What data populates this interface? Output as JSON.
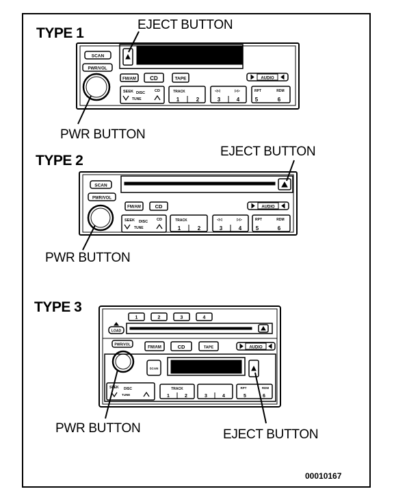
{
  "figure_id": "00010167",
  "colors": {
    "ink": "#000000",
    "panel": "#ffffff",
    "screen": "#000000"
  },
  "types": [
    {
      "title": "TYPE 1",
      "eject_label": "EJECT BUTTON",
      "pwr_label": "PWR BUTTON",
      "buttons": {
        "scan": "SCAN",
        "pwr_vol": "PWR/VOL",
        "fm_am": "FM/AM",
        "cd": "CD",
        "tape": "TAPE",
        "audio": "AUDIO",
        "preset_1": "1",
        "preset_2": "2",
        "preset_3": "3",
        "preset_4": "4",
        "preset_5": "5",
        "preset_6": "6",
        "seek": "SEEK",
        "track": "TRACK",
        "rpt": "RPT",
        "rdm": "RDM",
        "tune": "TUNE",
        "disc": "DISC",
        "fast_l": "◁◁",
        "fast_r": "▷▷",
        "cd_sm": "CD"
      }
    },
    {
      "title": "TYPE 2",
      "eject_label": "EJECT BUTTON",
      "pwr_label": "PWR BUTTON",
      "buttons": {
        "scan": "SCAN",
        "pwr_vol": "PWR/VOL",
        "fm_am": "FM/AM",
        "cd": "CD",
        "audio": "AUDIO",
        "preset_1": "1",
        "preset_2": "2",
        "preset_3": "3",
        "preset_4": "4",
        "preset_5": "5",
        "preset_6": "6",
        "seek": "SEEK",
        "track": "TRACK",
        "rpt": "RPT",
        "rdm": "RDM",
        "tune": "TUNE",
        "disc": "DISC",
        "fast_l": "◁◁",
        "fast_r": "▷▷",
        "cd_sm": "CD"
      }
    },
    {
      "title": "TYPE 3",
      "eject_label": "EJECT BUTTON",
      "pwr_label": "PWR BUTTON",
      "buttons": {
        "scan": "SCAN",
        "pwr_vol": "PWR/VOL",
        "fm_am": "FM/AM",
        "cd": "CD",
        "tape": "TAPE",
        "audio": "AUDIO",
        "disc_1": "1",
        "disc_2": "2",
        "disc_3": "3",
        "disc_4": "4",
        "preset_1": "1",
        "preset_2": "2",
        "preset_3": "3",
        "preset_4": "4",
        "preset_5": "5",
        "preset_6": "6",
        "seek": "SEEK",
        "track": "TRACK",
        "rpt": "RPT",
        "rdm": "RDM",
        "tune": "TUNE",
        "disc": "DISC",
        "load": "LOAD"
      }
    }
  ]
}
